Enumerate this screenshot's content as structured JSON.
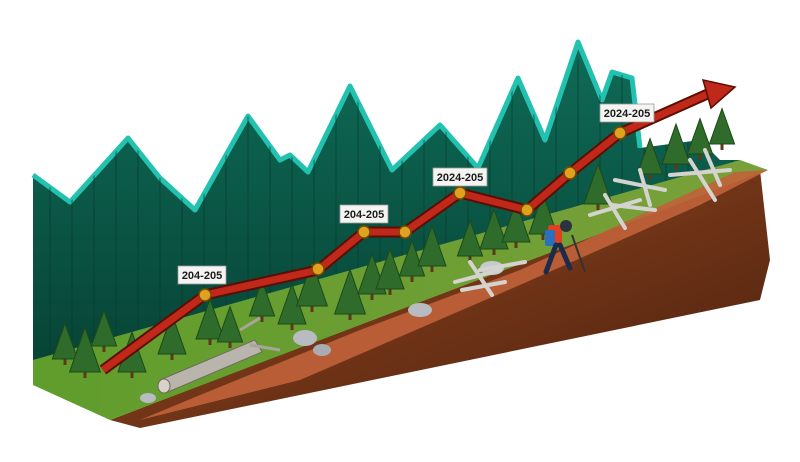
{
  "illustration": {
    "theme": "upward trend over mountain trail",
    "colors": {
      "mountain_face": "#0b5a4a",
      "mountain_ridge": "#23c2b0",
      "trend_arrow": "#b0200e",
      "milestone_marker": "#e0a020",
      "ground_grass": "#5a9a2a",
      "trail_soil": "#c0623a",
      "cliff_rock": "#7a3a1c",
      "tree": "#2f6b2a"
    },
    "milestones": [
      {
        "label": "204-205"
      },
      {
        "label": "204-205"
      },
      {
        "label": "2024-205"
      },
      {
        "label": "2024-205"
      }
    ],
    "icons": [
      "hiker-icon",
      "arrowhead-icon",
      "pine-tree-icon",
      "fallen-log-icon",
      "rock-icon",
      "driftwood-icon"
    ]
  }
}
